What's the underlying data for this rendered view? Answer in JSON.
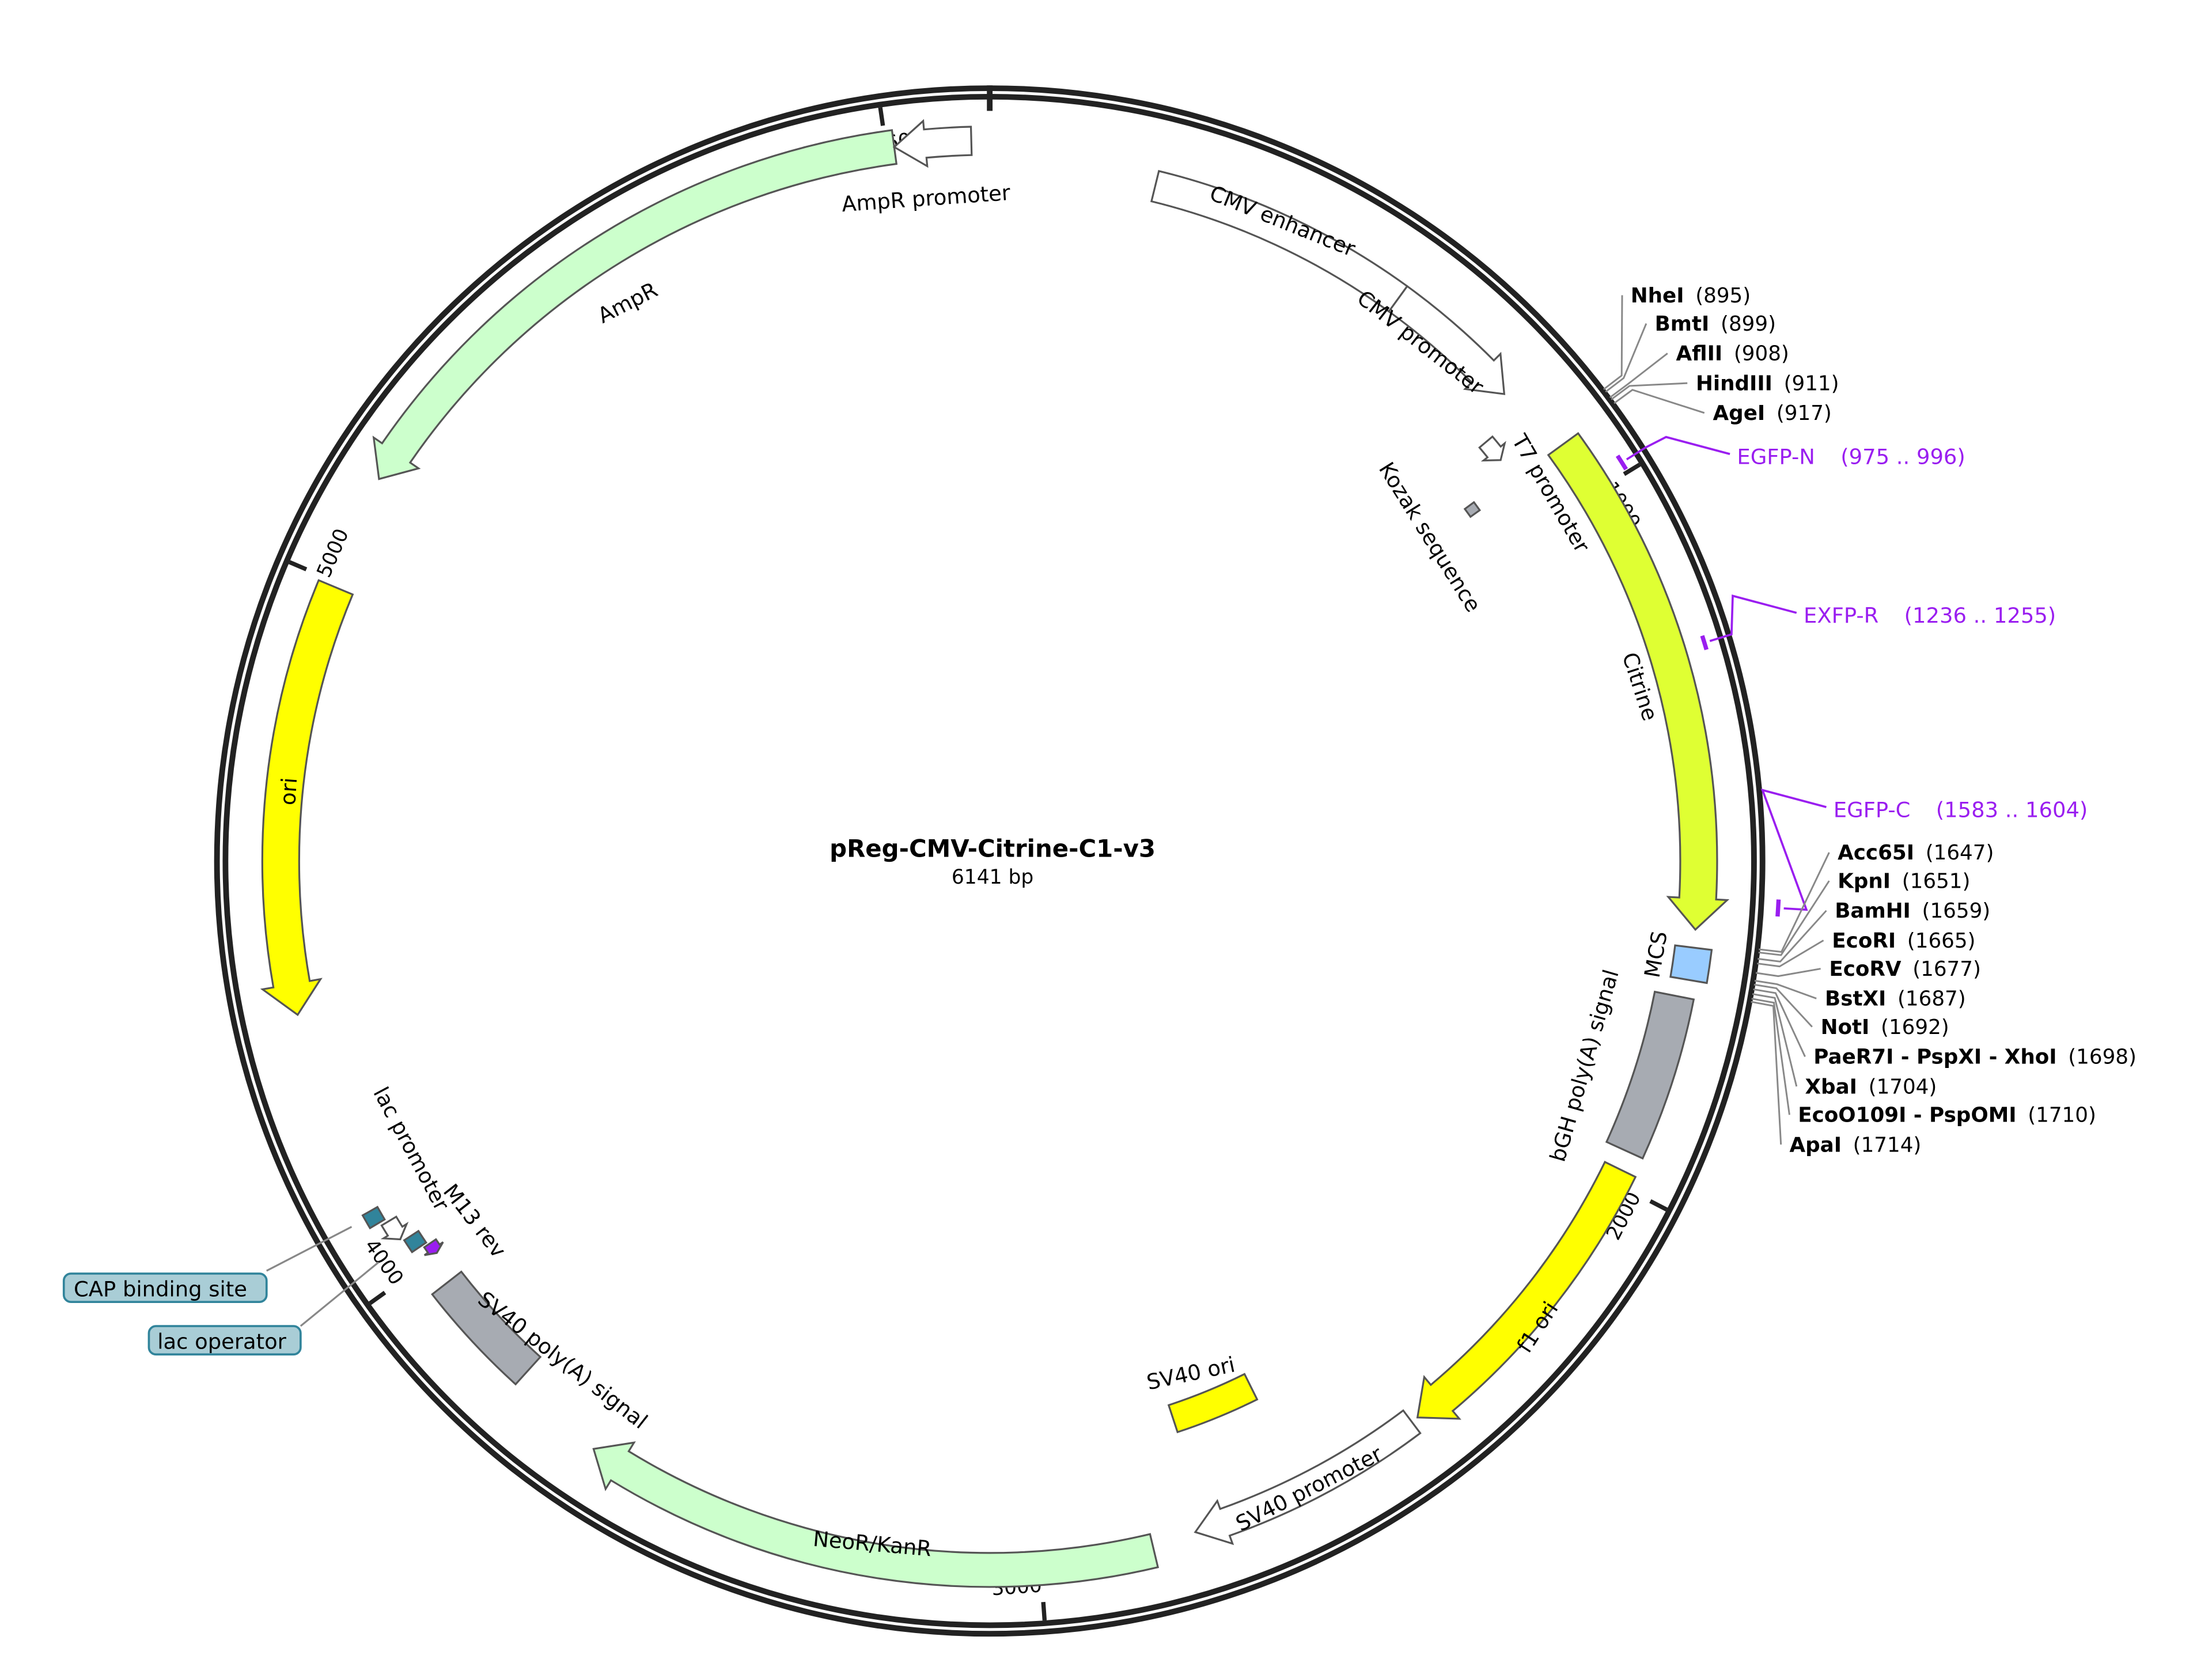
{
  "plasmid": {
    "name": "pReg-CMV-Citrine-C1-v3",
    "length_label": "6141 bp",
    "length_bp": 6141
  },
  "ticks": [
    "1000",
    "2000",
    "3000",
    "4000",
    "5000",
    "6000"
  ],
  "features": [
    {
      "label": "CMV enhancer",
      "start": 235,
      "end": 614,
      "direction": "none",
      "color": "#ffffff"
    },
    {
      "label": "CMV promoter",
      "start": 614,
      "end": 815,
      "direction": "forward",
      "color": "#ffffff"
    },
    {
      "label": "T7 promoter",
      "start": 850,
      "end": 885,
      "direction": "forward",
      "color": "#ffffff"
    },
    {
      "label": "Kozak sequence",
      "start": 912,
      "end": 928,
      "direction": "none",
      "color": "#a7abb2"
    },
    {
      "label": "Citrine",
      "start": 921,
      "end": 1630,
      "direction": "forward",
      "color": "#dfff33"
    },
    {
      "label": "MCS",
      "start": 1655,
      "end": 1700,
      "direction": "none",
      "color": "#99ccff"
    },
    {
      "label": "bGH poly(A) signal",
      "start": 1725,
      "end": 1953,
      "direction": "none",
      "color": "#a7abb2"
    },
    {
      "label": "f1 ori",
      "start": 1980,
      "end": 2430,
      "direction": "forward",
      "color": "#ffff00"
    },
    {
      "label": "SV40 promoter",
      "start": 2440,
      "end": 2780,
      "direction": "forward",
      "color": "#ffffff"
    },
    {
      "label": "SV40 ori",
      "start": 2620,
      "end": 2760,
      "direction": "none",
      "color": "#ffff00"
    },
    {
      "label": "NeoR/KanR",
      "start": 2842,
      "end": 3650,
      "direction": "forward",
      "color": "#ccffcc"
    },
    {
      "label": "SV40 poly(A) signal",
      "start": 3790,
      "end": 3960,
      "direction": "none",
      "color": "#a7abb2"
    },
    {
      "label": "M13 rev",
      "start": 4003,
      "end": 4020,
      "direction": "reverse",
      "color": "#9a1ef0"
    },
    {
      "label": "lac operator",
      "start": 4024,
      "end": 4044,
      "direction": "none",
      "color": "#31849b"
    },
    {
      "label": "lac promoter",
      "start": 4048,
      "end": 4078,
      "direction": "reverse",
      "color": "#ffffff"
    },
    {
      "label": "CAP binding site",
      "start": 4083,
      "end": 4103,
      "direction": "none",
      "color": "#31849b"
    },
    {
      "label": "ori",
      "start": 4392,
      "end": 4993,
      "direction": "reverse",
      "color": "#ffff00"
    },
    {
      "label": "AmpR",
      "start": 5152,
      "end": 6011,
      "direction": "reverse",
      "color": "#ccffcc"
    },
    {
      "label": "AmpR promoter",
      "start": 6011,
      "end": 6116,
      "direction": "reverse",
      "color": "#ffffff"
    }
  ],
  "primers": [
    {
      "label": "EGFP-N",
      "range": "(975 .. 996)",
      "start": 975,
      "end": 996,
      "color": "#9a1ef0"
    },
    {
      "label": "EXFP-R",
      "range": "(1236 .. 1255)",
      "start": 1236,
      "end": 1255,
      "color": "#9a1ef0"
    },
    {
      "label": "EGFP-C",
      "range": "(1583 .. 1604)",
      "start": 1583,
      "end": 1604,
      "color": "#9a1ef0"
    }
  ],
  "enzymes": [
    {
      "name": "NheI",
      "pos": "(895)",
      "bp": 895
    },
    {
      "name": "BmtI",
      "pos": "(899)",
      "bp": 899
    },
    {
      "name": "AflII",
      "pos": "(908)",
      "bp": 908
    },
    {
      "name": "HindIII",
      "pos": "(911)",
      "bp": 911
    },
    {
      "name": "AgeI",
      "pos": "(917)",
      "bp": 917
    },
    {
      "name": "Acc65I",
      "pos": "(1647)",
      "bp": 1647
    },
    {
      "name": "KpnI",
      "pos": "(1651)",
      "bp": 1651
    },
    {
      "name": "BamHI",
      "pos": "(1659)",
      "bp": 1659
    },
    {
      "name": "EcoRI",
      "pos": "(1665)",
      "bp": 1665
    },
    {
      "name": "EcoRV",
      "pos": "(1677)",
      "bp": 1677
    },
    {
      "name": "BstXI",
      "pos": "(1687)",
      "bp": 1687
    },
    {
      "name": "NotI",
      "pos": "(1692)",
      "bp": 1692
    },
    {
      "name": "PaeR7I - PspXI - XhoI",
      "pos": "(1698)",
      "bp": 1698
    },
    {
      "name": "XbaI",
      "pos": "(1704)",
      "bp": 1704
    },
    {
      "name": "EcoO109I - PspOMI",
      "pos": "(1710)",
      "bp": 1710
    },
    {
      "name": "ApaI",
      "pos": "(1714)",
      "bp": 1714
    }
  ],
  "colors": {
    "backbone": "#222222",
    "primer": "#9a1ef0",
    "callout_box": "#a9cdd6",
    "callout_border": "#31849b"
  }
}
